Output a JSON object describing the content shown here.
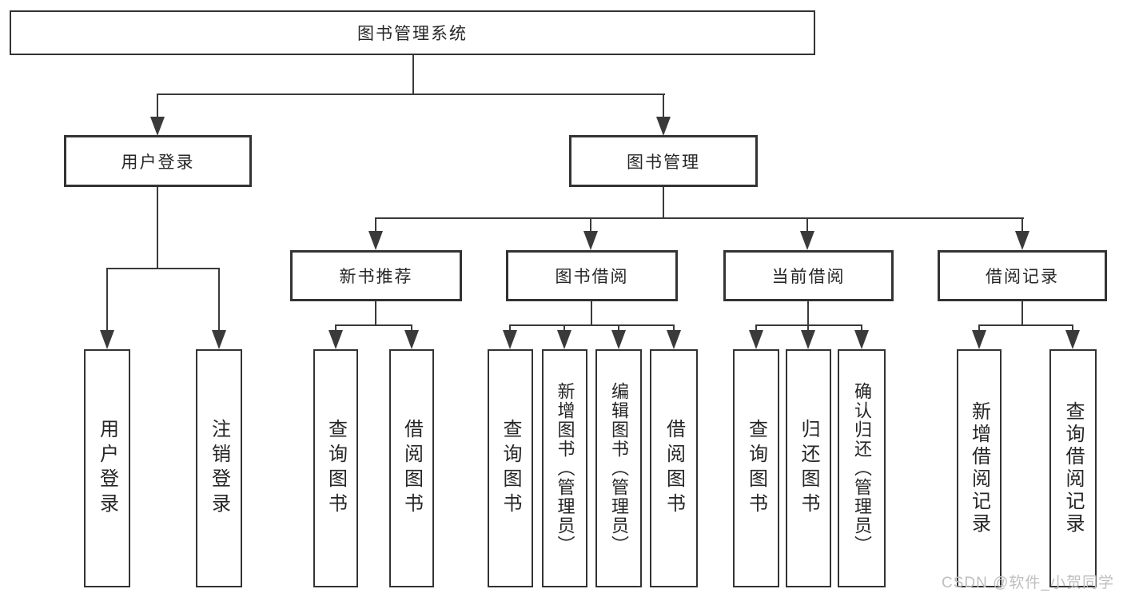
{
  "diagram": {
    "root": "图书管理系统",
    "level2": {
      "user_login": "用户登录",
      "book_management": "图书管理"
    },
    "level3": {
      "new_book_recommend": "新书推荐",
      "book_borrow": "图书借阅",
      "current_borrow": "当前借阅",
      "borrow_records": "借阅记录"
    },
    "leaves": {
      "user_login": "用户登录",
      "logout": "注销登录",
      "nb_query_book": "查询图书",
      "nb_borrow_book": "借阅图书",
      "bb_query_book": "查询图书",
      "bb_add_book": "新增图书（管理员）",
      "bb_edit_book": "编辑图书（管理员）",
      "bb_borrow_book": "借阅图书",
      "cb_query_book": "查询图书",
      "cb_return_book": "归还图书",
      "cb_confirm_return": "确认归还（管理员）",
      "br_add_record": "新增借阅记录",
      "br_query_record": "查询借阅记录"
    }
  },
  "watermark": "CSDN @软件_小贺同学",
  "colors": {
    "line": "#3a3a3a",
    "box_border": "#333333",
    "text": "#262626",
    "watermark": "#bfbfbf",
    "background": "#ffffff"
  }
}
